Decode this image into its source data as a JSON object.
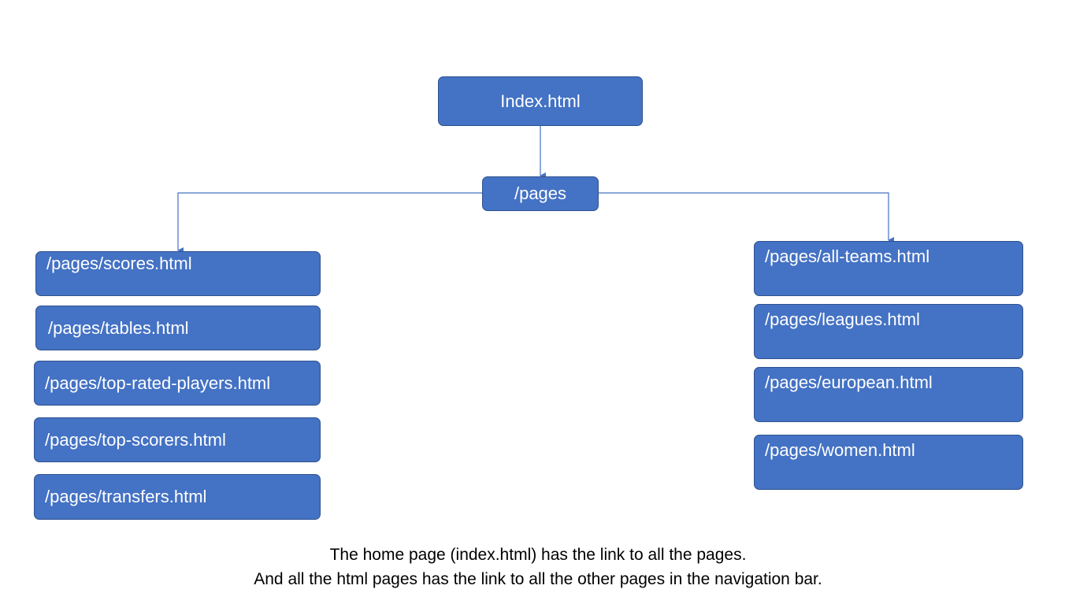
{
  "diagram": {
    "root": {
      "label": "Index.html"
    },
    "folder": {
      "label": "/pages"
    },
    "left_pages": [
      {
        "label": "/pages/scores.html"
      },
      {
        "label": "/pages/tables.html"
      },
      {
        "label": "/pages/top-rated-players.html"
      },
      {
        "label": "/pages/top-scorers.html"
      },
      {
        "label": "/pages/transfers.html"
      }
    ],
    "right_pages": [
      {
        "label": "/pages/all-teams.html"
      },
      {
        "label": "/pages/leagues.html"
      },
      {
        "label": "/pages/european.html"
      },
      {
        "label": "/pages/women.html"
      }
    ],
    "colors": {
      "node_fill": "#4472c4",
      "node_border": "#2f528f",
      "connector": "#4472c4",
      "node_text": "#ffffff"
    }
  },
  "caption": {
    "line1": "The home page (index.html) has the link to all the pages.",
    "line2": "And all the html pages has the link to all the other pages in the navigation bar."
  }
}
